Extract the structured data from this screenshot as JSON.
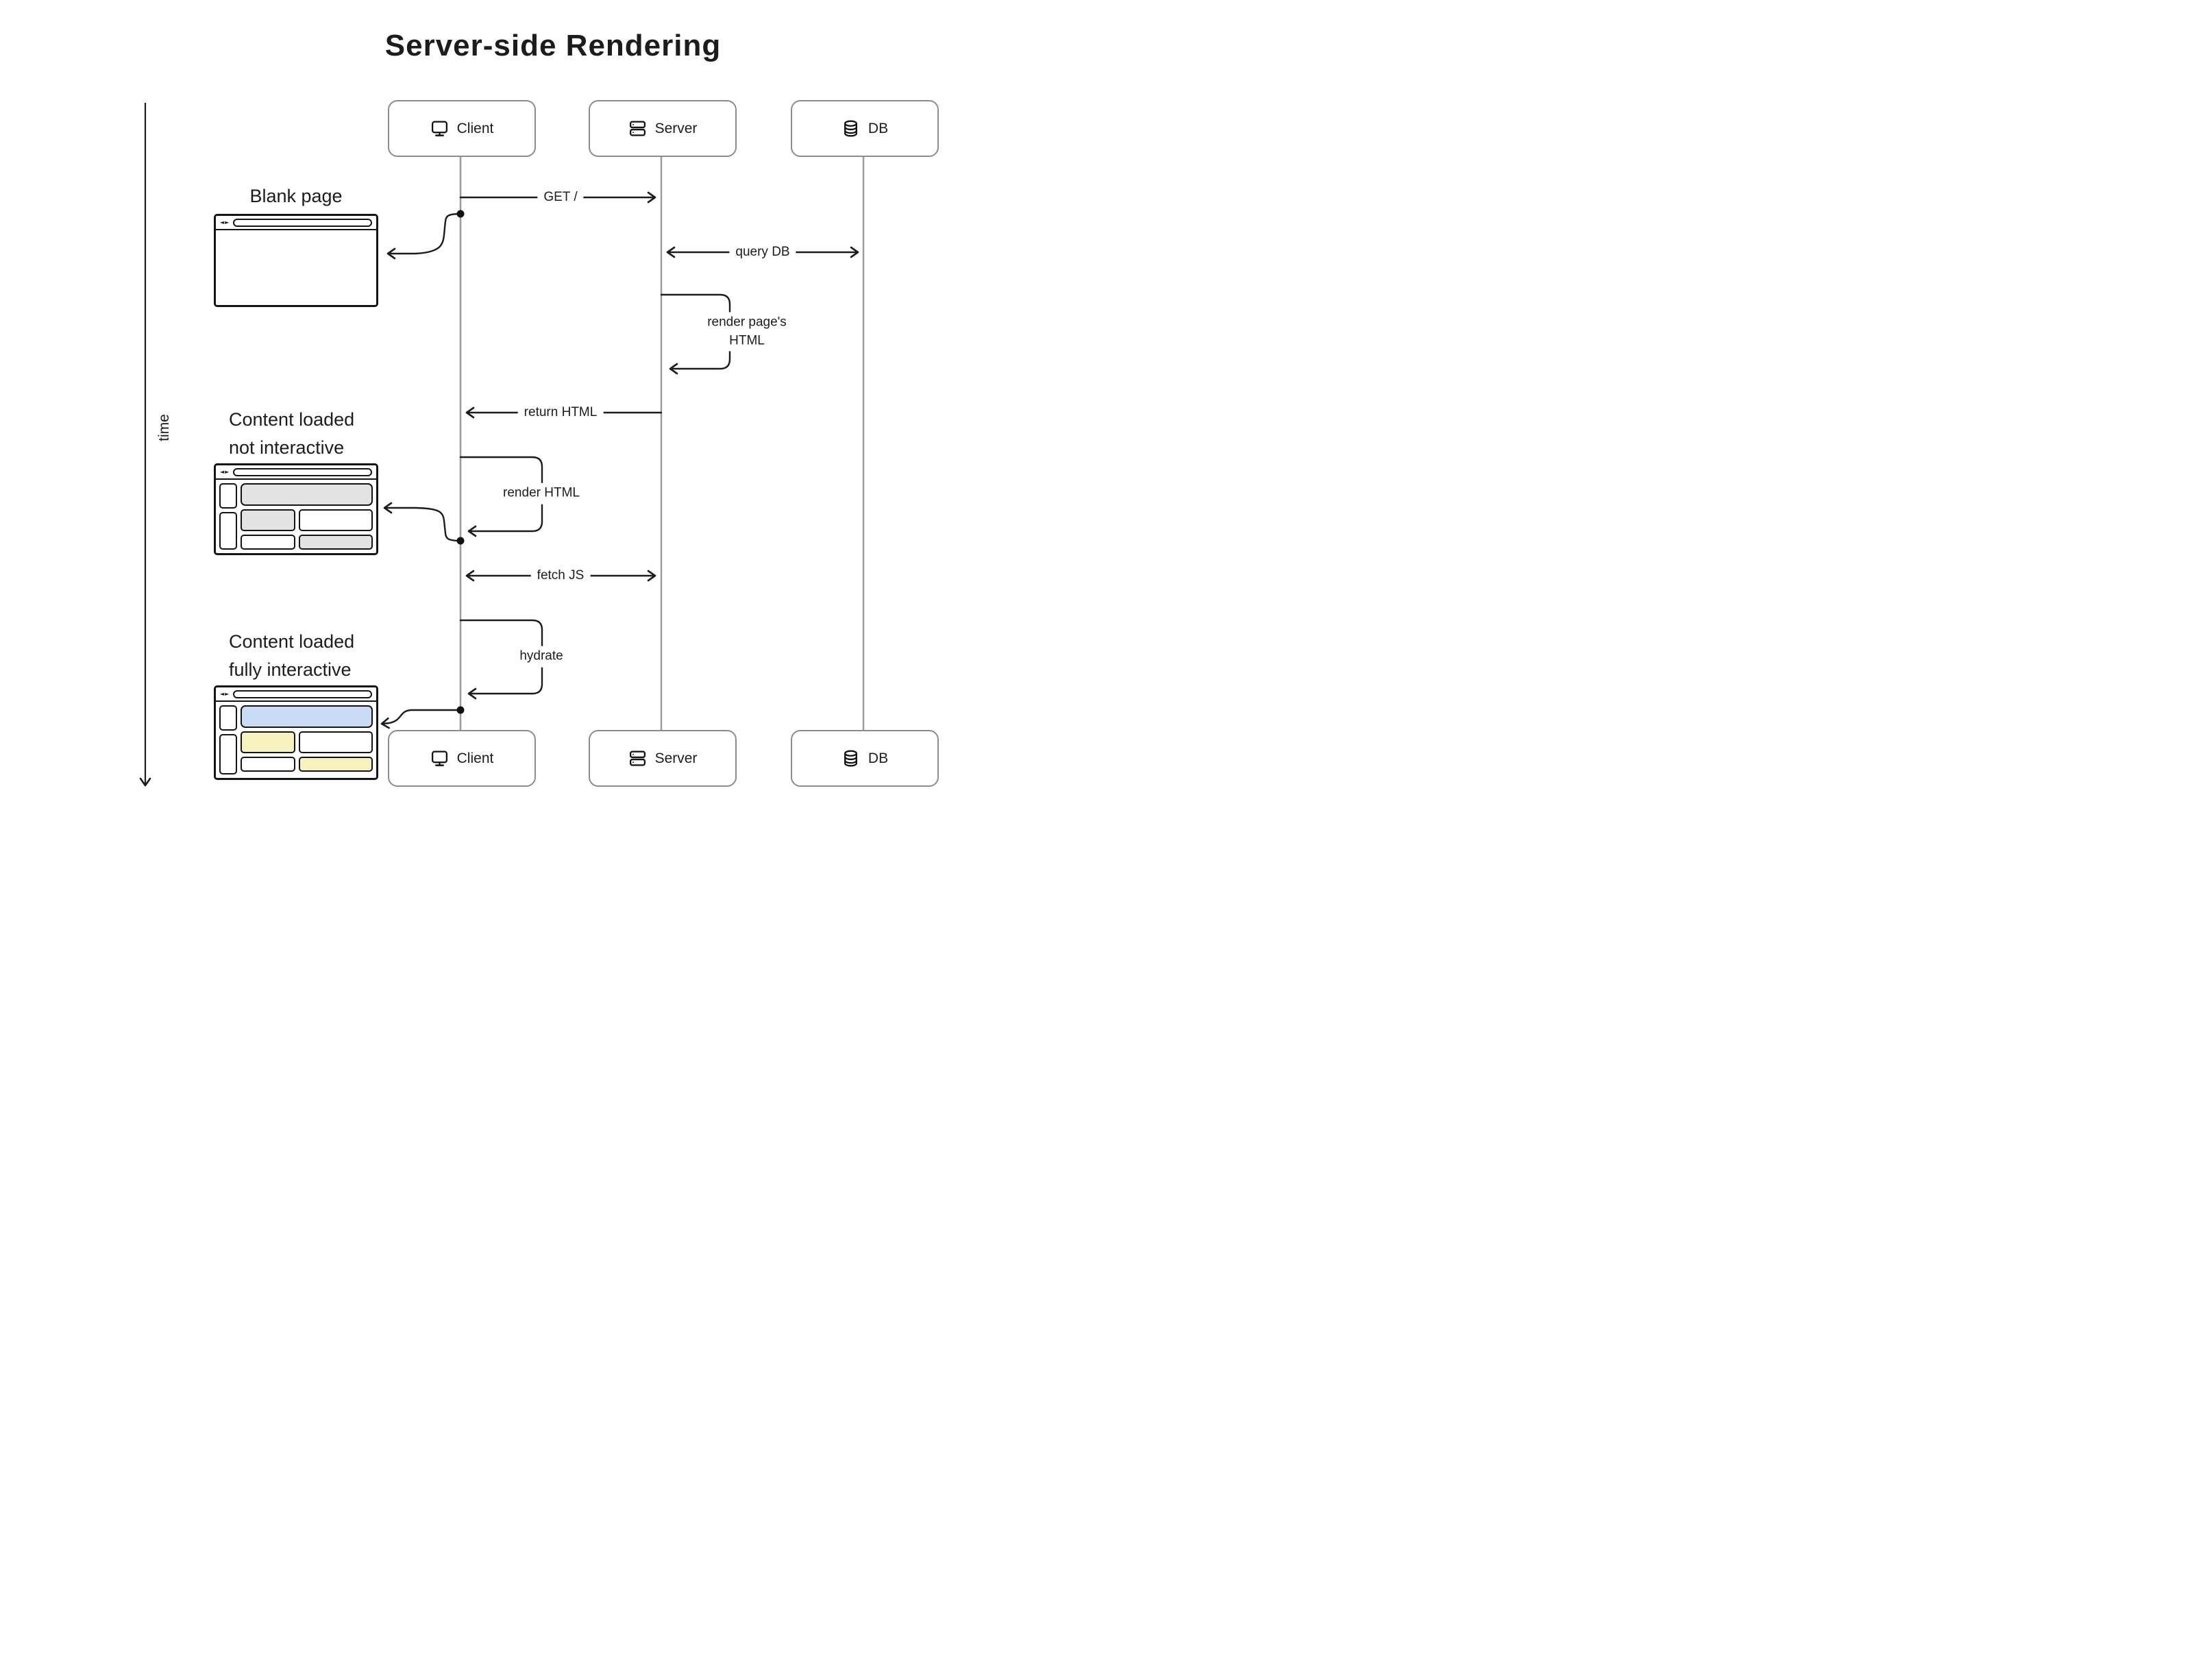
{
  "title": "Server-side Rendering",
  "time_axis": {
    "label": "time"
  },
  "actors": {
    "client": "Client",
    "server": "Server",
    "db": "DB"
  },
  "messages": {
    "get": "GET /",
    "query_db": "query DB",
    "render_pages_html": "render page's HTML",
    "return_html": "return HTML",
    "render_html": "render HTML",
    "fetch_js": "fetch JS",
    "hydrate": "hydrate"
  },
  "states": {
    "blank_page": "Blank page",
    "not_interactive_1": "Content loaded",
    "not_interactive_2": "not interactive",
    "fully_interactive_1": "Content loaded",
    "fully_interactive_2": "fully interactive"
  },
  "icons": {
    "client": "monitor-icon",
    "server": "server-stack-icon",
    "db": "database-icon",
    "browser_nav_glyphs": "◄►"
  },
  "colors": {
    "ink": "#1c1c1c",
    "box_border_gray": "#8c8c8c",
    "lifeline_gray": "#9b9b9b",
    "block_gray": "#e3e3e3",
    "block_blue": "#c9dcf5",
    "block_yellow": "#f5f2be"
  }
}
